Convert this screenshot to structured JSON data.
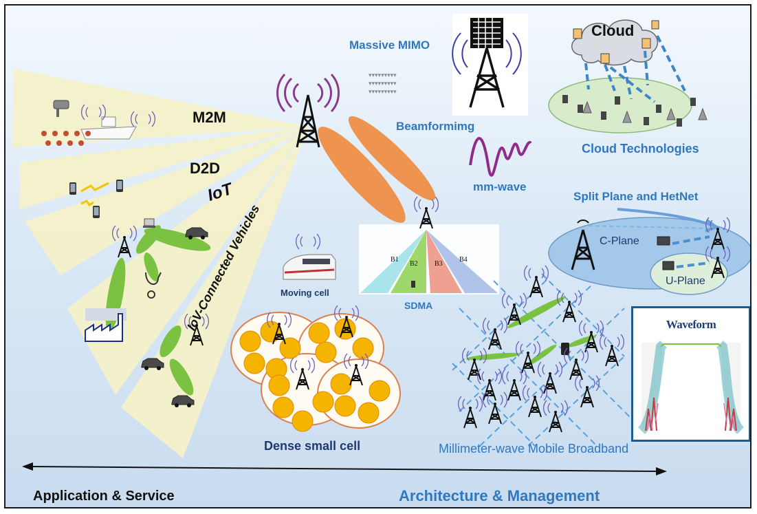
{
  "labels": {
    "m2m": "M2M",
    "d2d": "D2D",
    "iot": "IoT",
    "iov": "IoV-Connected Vehicles",
    "massive_mimo": "Massive MIMO",
    "beamforming": "Beamformimg",
    "mm_wave": "mm-wave",
    "cloud": "Cloud",
    "cloud_technologies": "Cloud Technologies",
    "split_plane": "Split Plane and HetNet",
    "c_plane": "C-Plane",
    "u_plane": "U-Plane",
    "moving_cell": "Moving cell",
    "sdma": "SDMA",
    "beams": [
      "B1",
      "B2",
      "B3",
      "B4"
    ],
    "dense_small_cell": "Dense small cell",
    "mmwave_broadband": "Millimeter-wave Mobile Broadband",
    "waveform": "Waveform",
    "app_service": "Application & Service",
    "arch_mgmt": "Architecture & Management"
  },
  "colors": {
    "accent_blue": "#2f78bf",
    "navy": "#1f3a6e",
    "cell_orange": "#f5b400",
    "link_green": "#7cc242",
    "beam_orange": "#f08a3c",
    "wave_purple": "#8e2c8c"
  },
  "icons": [
    "tower-icon",
    "cloud-icon",
    "car-icon",
    "phone-icon",
    "train-icon",
    "camera-icon",
    "ship-icon",
    "factory-icon",
    "stethoscope-icon",
    "laptop-icon",
    "antenna-array-icon",
    "server-icon"
  ]
}
